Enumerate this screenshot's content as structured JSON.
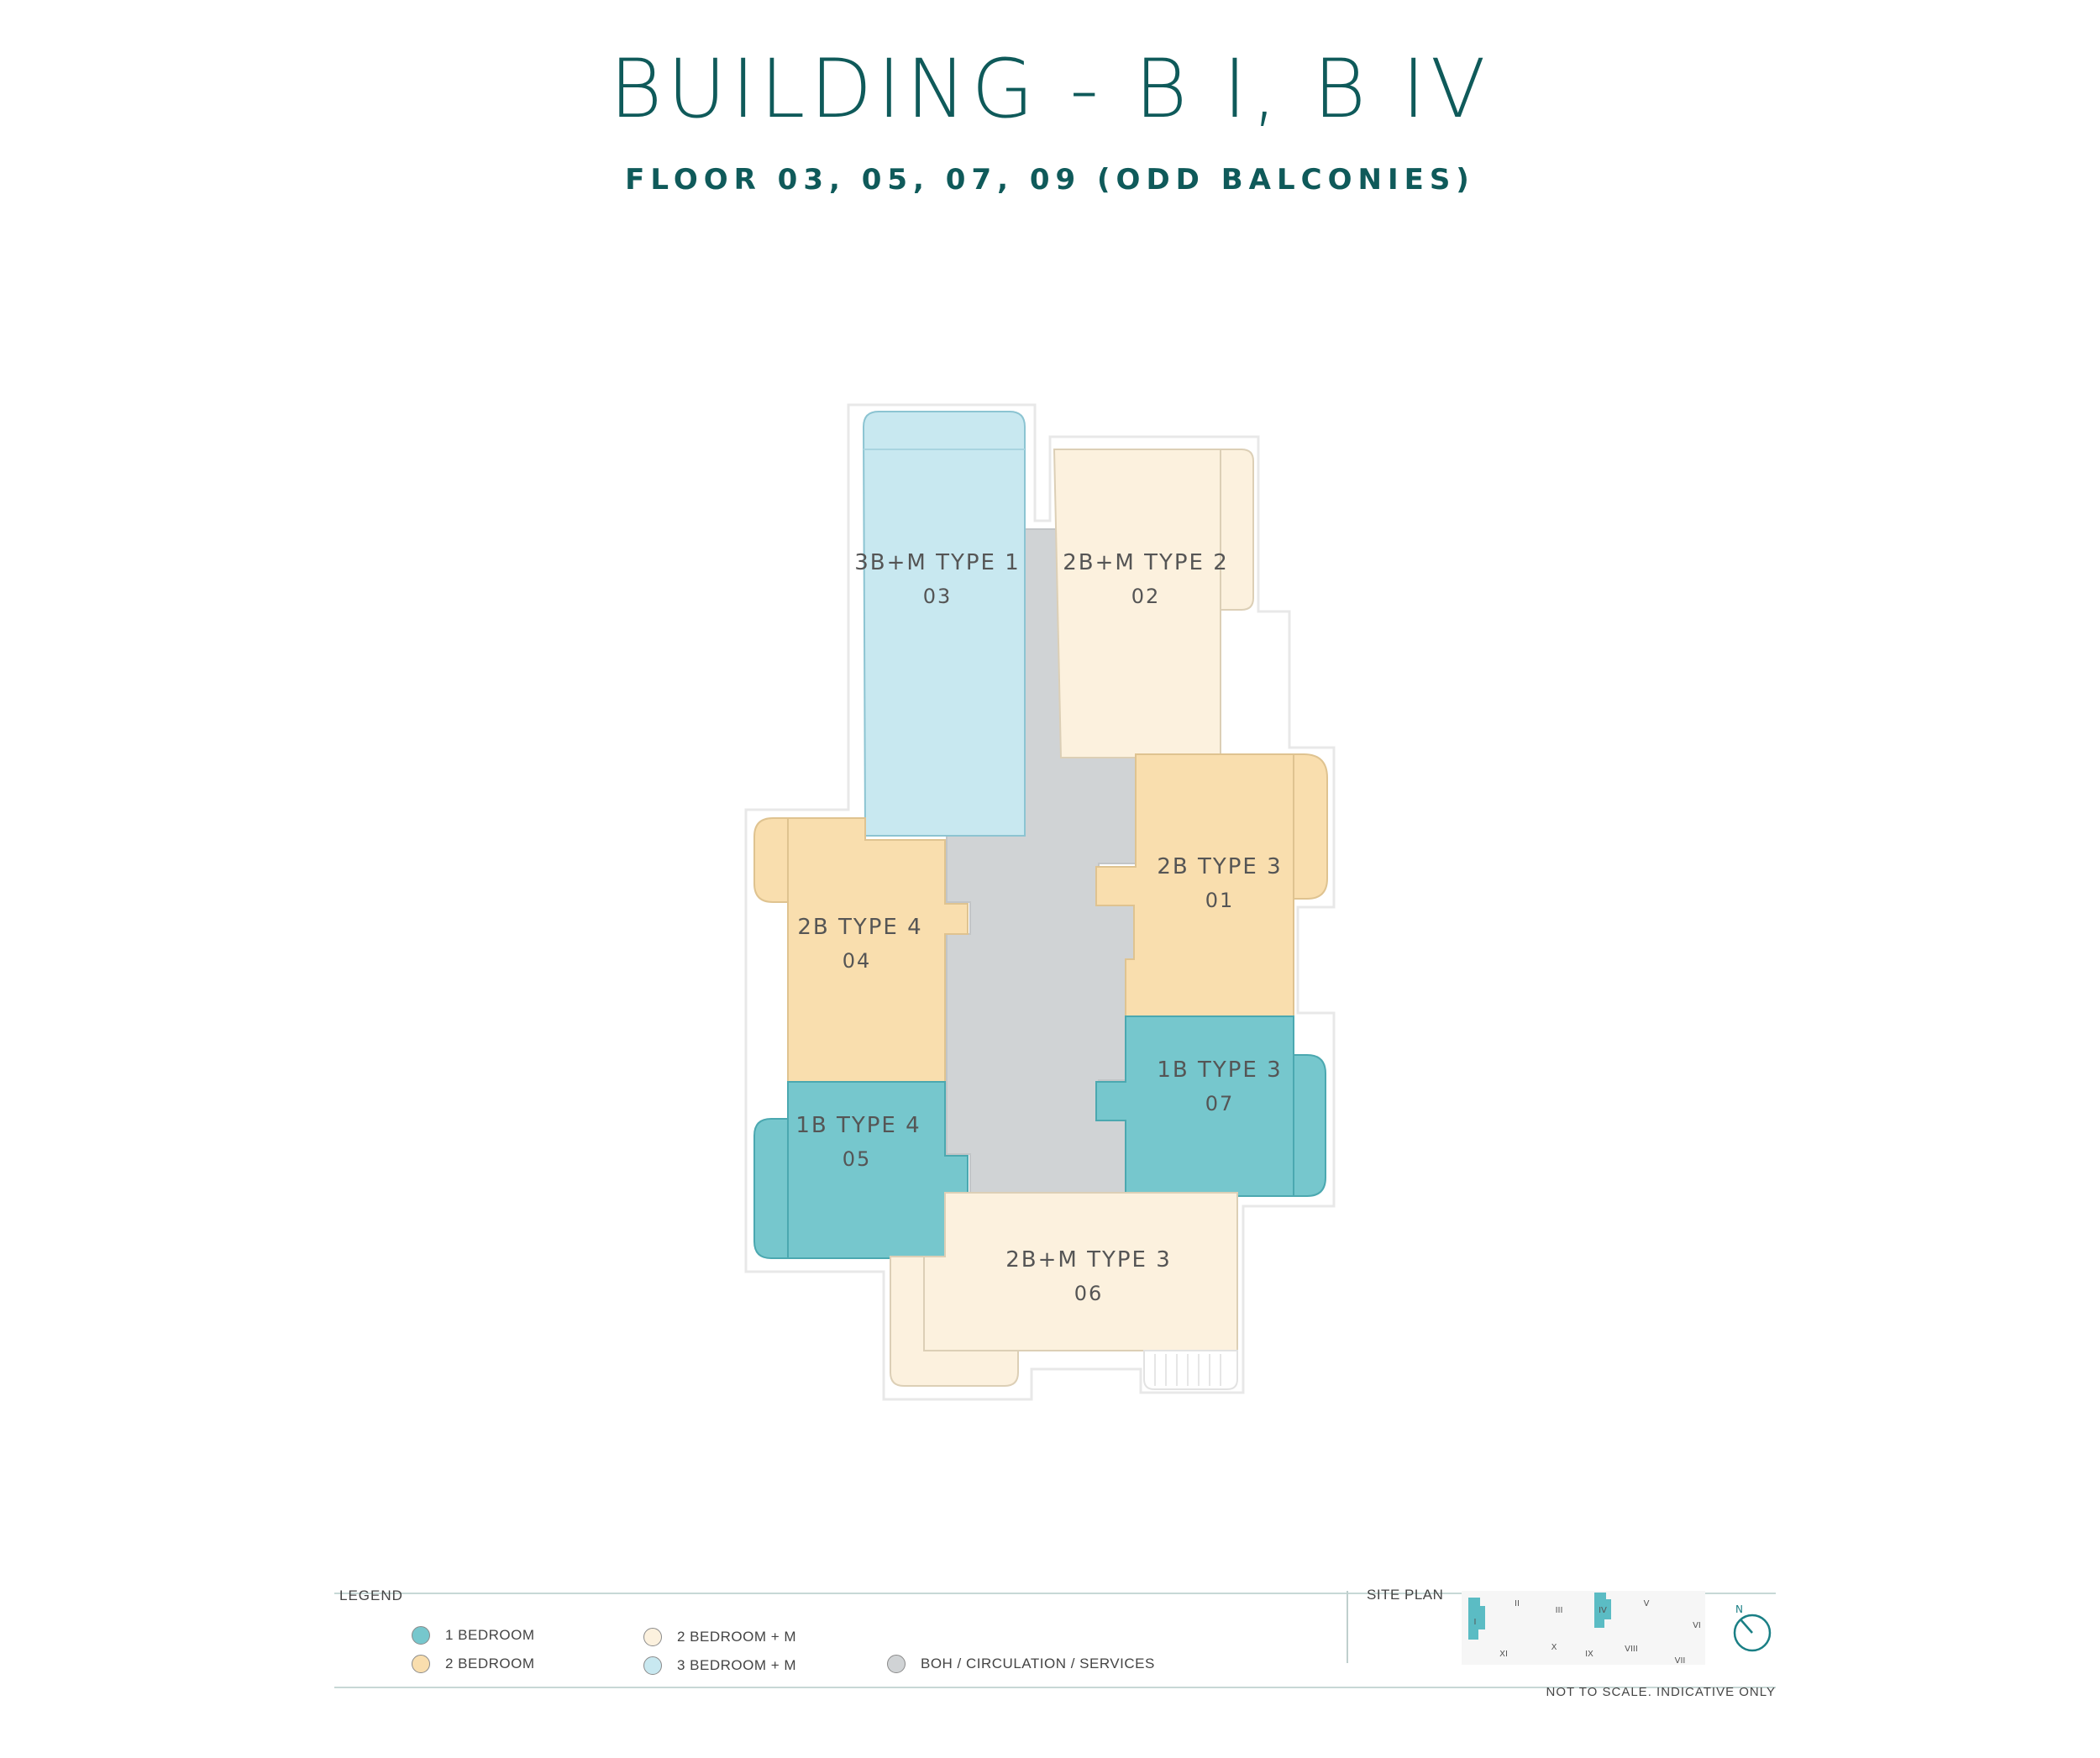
{
  "header": {
    "title": "BUILDING - B I, B IV",
    "subtitle": "FLOOR 03, 05, 07, 09 (ODD BALCONIES)"
  },
  "colors": {
    "one_bedroom": "#76c7cd",
    "two_bedroom": "#f9deae",
    "two_bedroom_m": "#fcf1de",
    "three_bedroom_m": "#c8e8f0",
    "boh": "#d0d3d5",
    "title": "#0f5a5a"
  },
  "units": [
    {
      "type": "3B+M TYPE 1",
      "number": "03",
      "category": "three_bedroom_m"
    },
    {
      "type": "2B+M TYPE 2",
      "number": "02",
      "category": "two_bedroom_m"
    },
    {
      "type": "2B TYPE 3",
      "number": "01",
      "category": "two_bedroom"
    },
    {
      "type": "2B TYPE 4",
      "number": "04",
      "category": "two_bedroom"
    },
    {
      "type": "1B TYPE 3",
      "number": "07",
      "category": "one_bedroom"
    },
    {
      "type": "1B TYPE 4",
      "number": "05",
      "category": "one_bedroom"
    },
    {
      "type": "2B+M TYPE 3",
      "number": "06",
      "category": "two_bedroom_m"
    }
  ],
  "legend": {
    "title": "LEGEND",
    "items": [
      {
        "label": "1 BEDROOM",
        "color": "#76c7cd"
      },
      {
        "label": "2 BEDROOM",
        "color": "#f9deae"
      },
      {
        "label": "2 BEDROOM + M",
        "color": "#fcf1de"
      },
      {
        "label": "3 BEDROOM + M",
        "color": "#c8e8f0"
      },
      {
        "label": "BOH / CIRCULATION / SERVICES",
        "color": "#d0d3d5"
      }
    ]
  },
  "site_plan": {
    "label": "SITE PLAN",
    "buildings": [
      "I",
      "II",
      "III",
      "IV",
      "V",
      "VI",
      "VII",
      "VIII",
      "IX",
      "X",
      "XI"
    ],
    "highlighted": [
      "I",
      "IV"
    ],
    "compass": "N"
  },
  "footnote": "NOT TO SCALE. INDICATIVE ONLY"
}
